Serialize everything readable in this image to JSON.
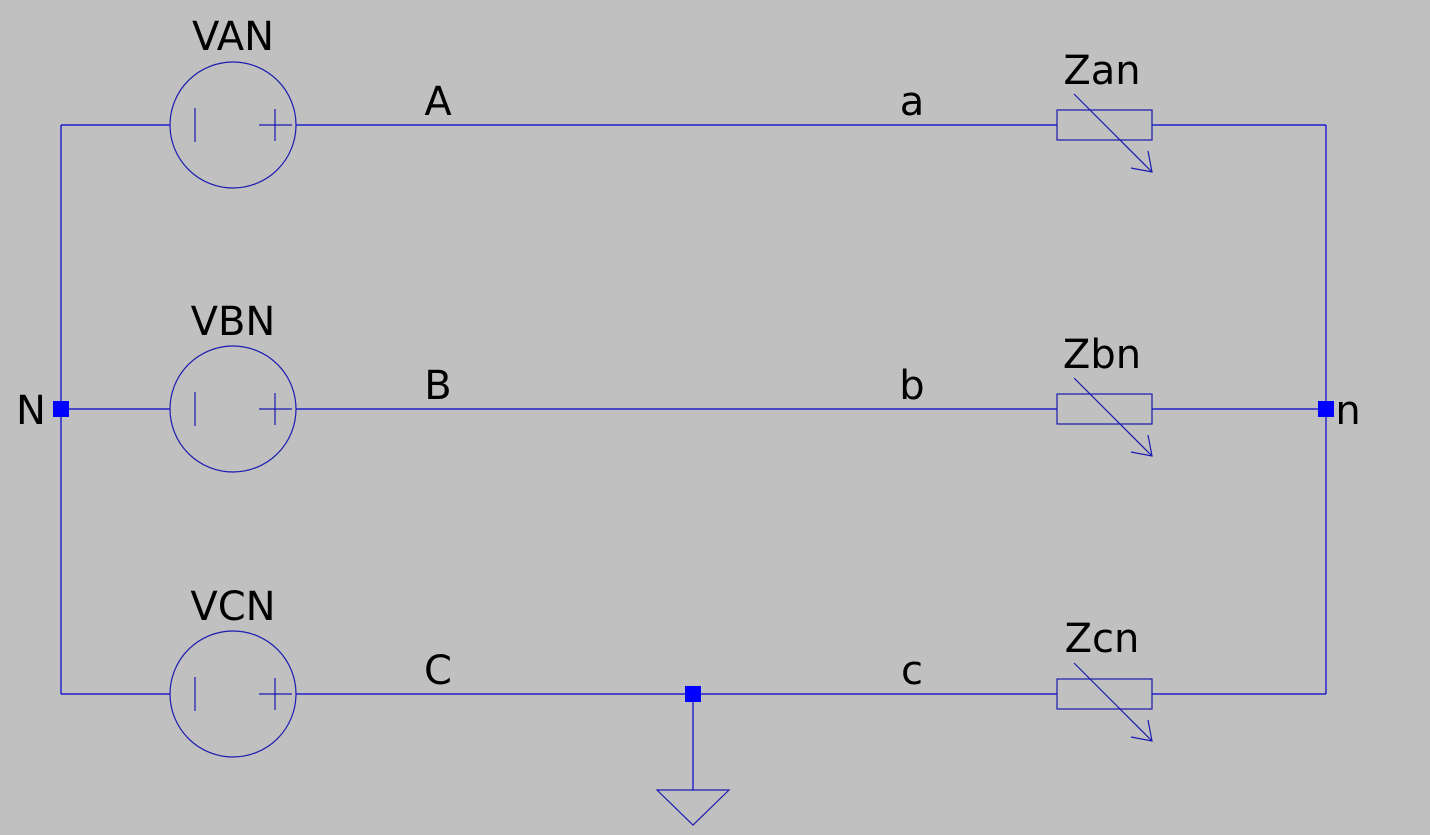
{
  "sources": [
    {
      "name": "VAN",
      "minus": "|",
      "plus": "+"
    },
    {
      "name": "VBN",
      "minus": "|",
      "plus": "+"
    },
    {
      "name": "VCN",
      "minus": "|",
      "plus": "+"
    }
  ],
  "loads": [
    {
      "name": "Zan"
    },
    {
      "name": "Zbn"
    },
    {
      "name": "Zcn"
    }
  ],
  "nets": {
    "source_side": [
      "A",
      "B",
      "C"
    ],
    "load_side": [
      "a",
      "b",
      "c"
    ],
    "neutral_source": "N",
    "neutral_load": "n"
  },
  "colors": {
    "background": "#c0c0c0",
    "wire": "#0000cc",
    "junction": "#0000ff",
    "text": "#000000"
  },
  "icons": {
    "ground": "ground-icon",
    "source": "voltage-source-icon",
    "load": "variable-resistor-icon"
  }
}
